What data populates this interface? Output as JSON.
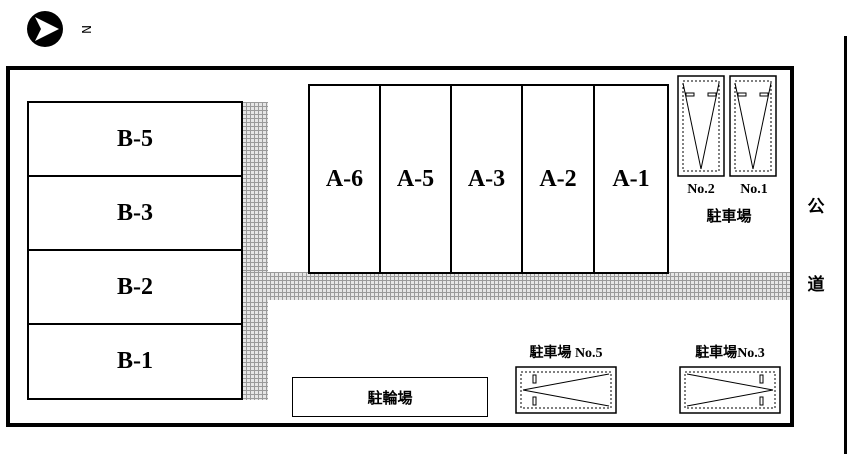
{
  "north_symbol": "N",
  "road_label_top": "公",
  "road_label_bottom": "道",
  "buildings_b": [
    {
      "label": "B-5"
    },
    {
      "label": "B-3"
    },
    {
      "label": "B-2"
    },
    {
      "label": "B-1"
    }
  ],
  "buildings_a": [
    {
      "label": "A-6"
    },
    {
      "label": "A-5"
    },
    {
      "label": "A-3"
    },
    {
      "label": "A-2"
    },
    {
      "label": "A-1"
    }
  ],
  "parking_top": {
    "slot_left_label": "No.2",
    "slot_right_label": "No.1",
    "caption": "駐車場"
  },
  "parking_bottom_left": {
    "prefix": "駐車場",
    "number": "No.5"
  },
  "parking_bottom_right": {
    "prefix": "駐車場",
    "number": "No.3"
  },
  "bicycle_parking": "駐輪場"
}
